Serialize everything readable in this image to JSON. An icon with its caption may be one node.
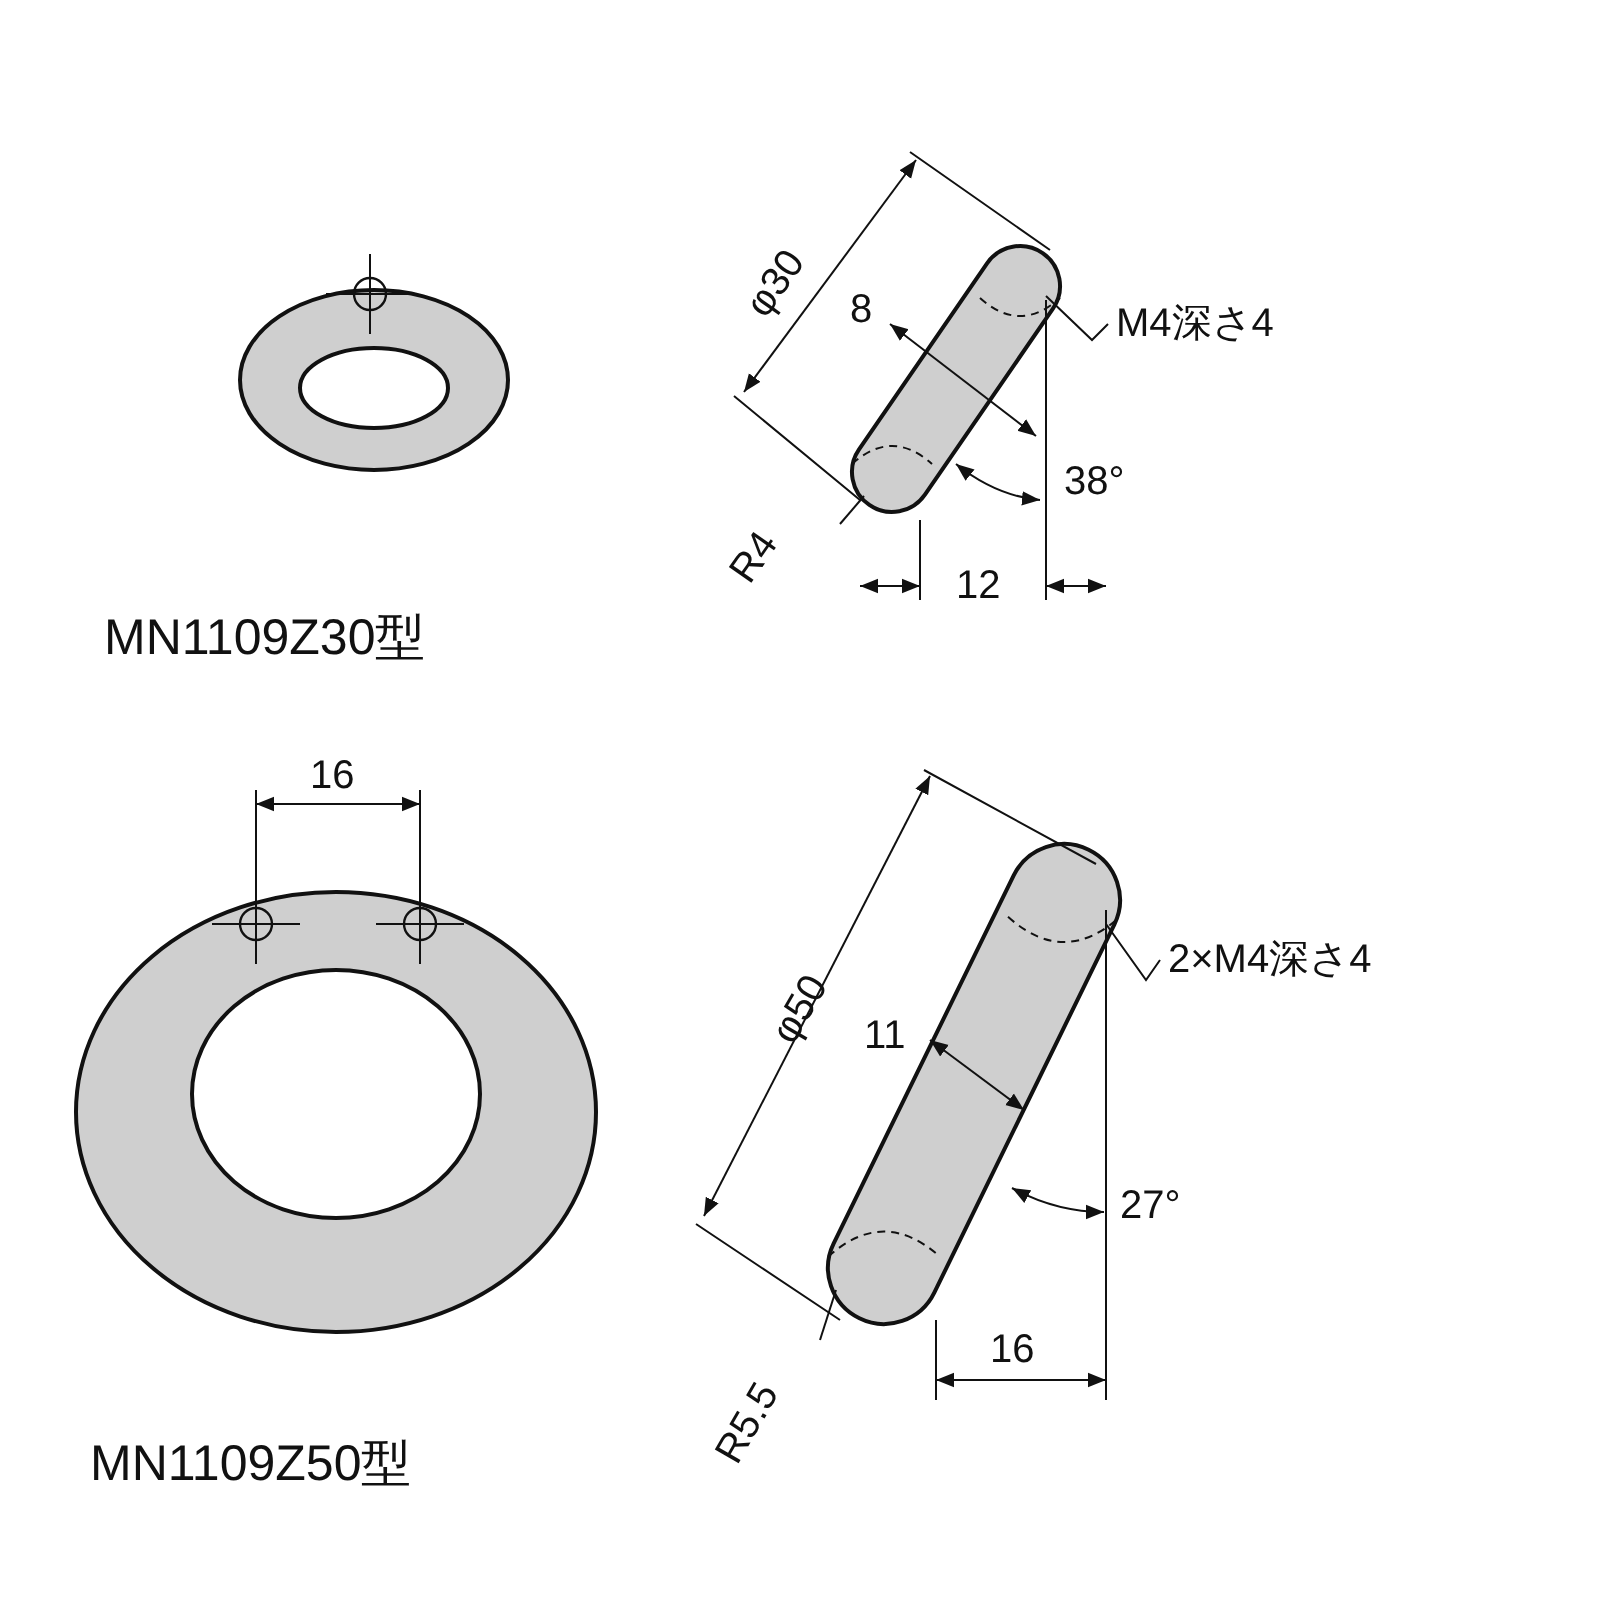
{
  "diagram": {
    "nodes": [
      {
        "text": [
          "M4深さ4"
        ]
      },
      {
        "text": [
          "2×M4深さ4"
        ]
      }
    ],
    "edges": [
      {
        "from": 0,
        "to": null,
        "arrow": "none"
      },
      {
        "from": 1,
        "to": null,
        "arrow": "none"
      }
    ],
    "labels": [
      "φ30",
      "8",
      "38°",
      "R4",
      "12",
      "MN1109Z30型",
      "16",
      "φ50",
      "11",
      "27°",
      "R5.5",
      "16",
      "MN1109Z50型"
    ]
  }
}
